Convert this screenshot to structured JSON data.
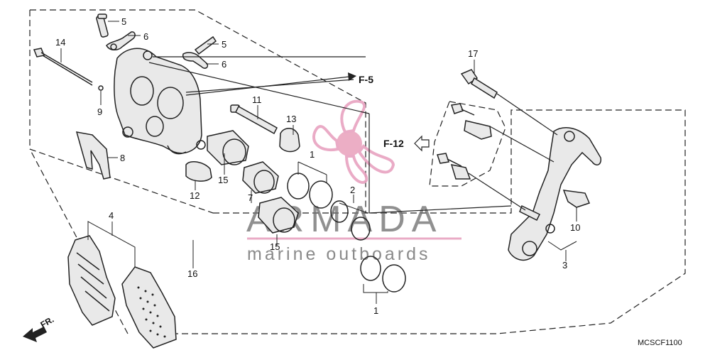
{
  "diagram": {
    "code": "MCSCF1100",
    "references": {
      "f5": "F-5",
      "f12": "F-12"
    },
    "direction": "FR.",
    "callouts": [
      {
        "id": "c5a",
        "text": "5"
      },
      {
        "id": "c6a",
        "text": "6"
      },
      {
        "id": "c5b",
        "text": "5"
      },
      {
        "id": "c6b",
        "text": "6"
      },
      {
        "id": "c14",
        "text": "14"
      },
      {
        "id": "c9",
        "text": "9"
      },
      {
        "id": "c8",
        "text": "8"
      },
      {
        "id": "c11",
        "text": "11"
      },
      {
        "id": "c13",
        "text": "13"
      },
      {
        "id": "c1a",
        "text": "1"
      },
      {
        "id": "c2",
        "text": "2"
      },
      {
        "id": "c15a",
        "text": "15"
      },
      {
        "id": "c12",
        "text": "12"
      },
      {
        "id": "c7",
        "text": "7"
      },
      {
        "id": "c15b",
        "text": "15"
      },
      {
        "id": "c4",
        "text": "4"
      },
      {
        "id": "c16",
        "text": "16"
      },
      {
        "id": "c1b",
        "text": "1"
      },
      {
        "id": "c17",
        "text": "17"
      },
      {
        "id": "c10",
        "text": "10"
      },
      {
        "id": "c3",
        "text": "3"
      }
    ]
  },
  "watermark": {
    "title": "ARMADA",
    "subtitle": "marine outboards",
    "logo_color": "#e8a2c0",
    "logo_fill": "#e89bb8"
  }
}
